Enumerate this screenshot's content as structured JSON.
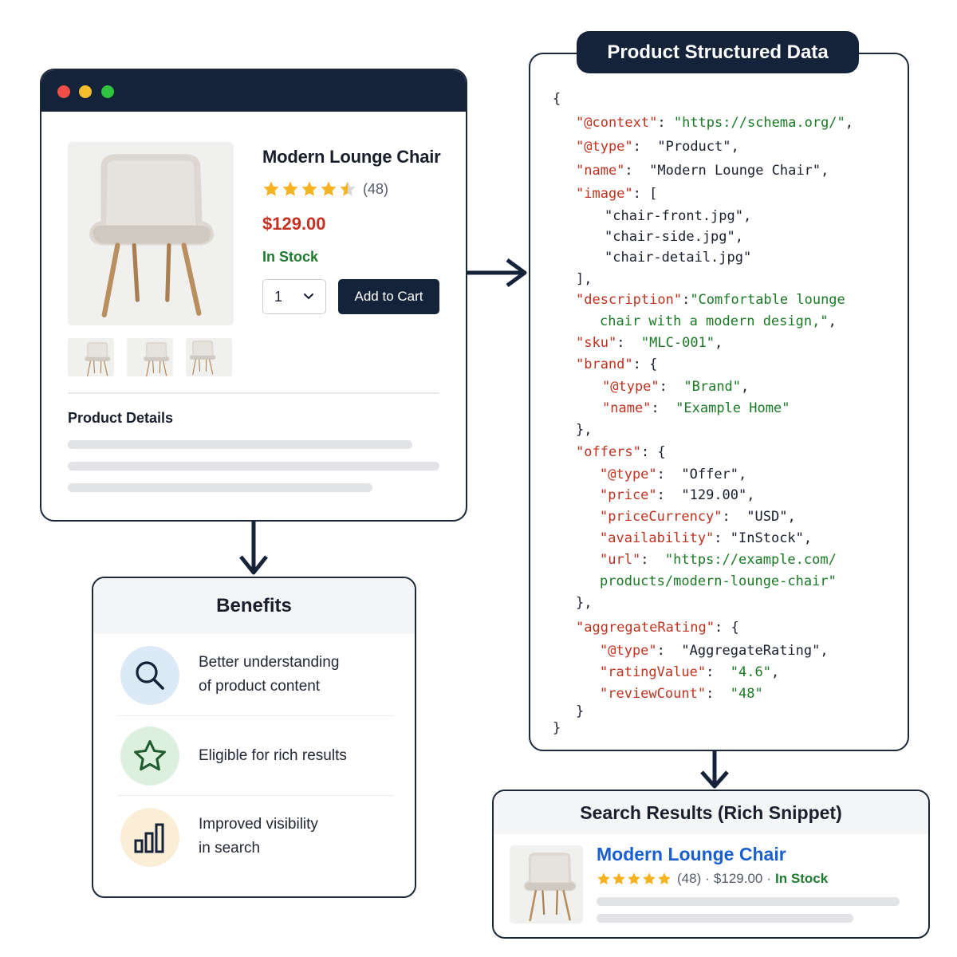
{
  "product_page": {
    "title": "Modern Lounge Chair",
    "rating_count": "(48)",
    "price": "$129.00",
    "stock": "In Stock",
    "quantity": "1",
    "add_to_cart": "Add to Cart",
    "details_title": "Product Details",
    "rating_stars": 4.5,
    "colors": {
      "price": "#c63021",
      "stock": "#1e7a2e",
      "button": "#14223a"
    }
  },
  "schema": {
    "title": "Product Structured Data",
    "lines": {
      "l0": "{",
      "l1k": "\"@context\"",
      "l1s": "\"https://schema.org/\"",
      "l2k": "\"@type\"",
      "l2s": "\"Product\"",
      "l3k": "\"name\"",
      "l3s": "\"Modern Lounge Chair\"",
      "l4k": "\"image\"",
      "l5": "\"chair-front.jpg\",",
      "l6": "\"chair-side.jpg\",",
      "l7": "\"chair-detail.jpg\"",
      "l8": "],",
      "l9k": "\"description\"",
      "l9s": "\"Comfortable lounge",
      "l10s": "chair with a modern design,\"",
      "l11k": "\"sku\"",
      "l11s": "\"MLC-001\"",
      "l12k": "\"brand\"",
      "l13k": "\"@type\"",
      "l13s": "\"Brand\"",
      "l14k": "\"name\"",
      "l14s": "\"Example Home\"",
      "l15": "},",
      "l16k": "\"offers\"",
      "l17k": "\"@type\"",
      "l17s": "\"Offer\"",
      "l18k": "\"price\"",
      "l18s": "\"129.00\"",
      "l19k": "\"priceCurrency\"",
      "l19s": "\"USD\"",
      "l20k": "\"availability\"",
      "l20s": "\"InStock\"",
      "l21k": "\"url\"",
      "l21s": "\"https://example.com/",
      "l22s": "products/modern-lounge-chair\"",
      "l23": "},",
      "l24k": "\"aggregateRating\"",
      "l25k": "\"@type\"",
      "l25s": "\"AggregateRating\"",
      "l26k": "\"ratingValue\"",
      "l26s": "\"4.6\"",
      "l27k": "\"reviewCount\"",
      "l27s": "\"48\"",
      "l28": "}",
      "l29": "}"
    }
  },
  "benefits": {
    "title": "Benefits",
    "items": [
      {
        "line1": "Better understanding",
        "line2": "of product content",
        "icon": "search-icon"
      },
      {
        "line1": "Eligible for rich results",
        "line2": "",
        "icon": "star-icon"
      },
      {
        "line1": "Improved visibility",
        "line2": "in search",
        "icon": "bar-chart-icon"
      }
    ]
  },
  "snippet": {
    "title": "Search Results (Rich Snippet)",
    "result_title": "Modern Lounge Chair",
    "count": "(48)",
    "sep1": "·",
    "price": "$129.00",
    "sep2": "·",
    "stock": "In Stock",
    "link_color": "#1a5fd0"
  }
}
